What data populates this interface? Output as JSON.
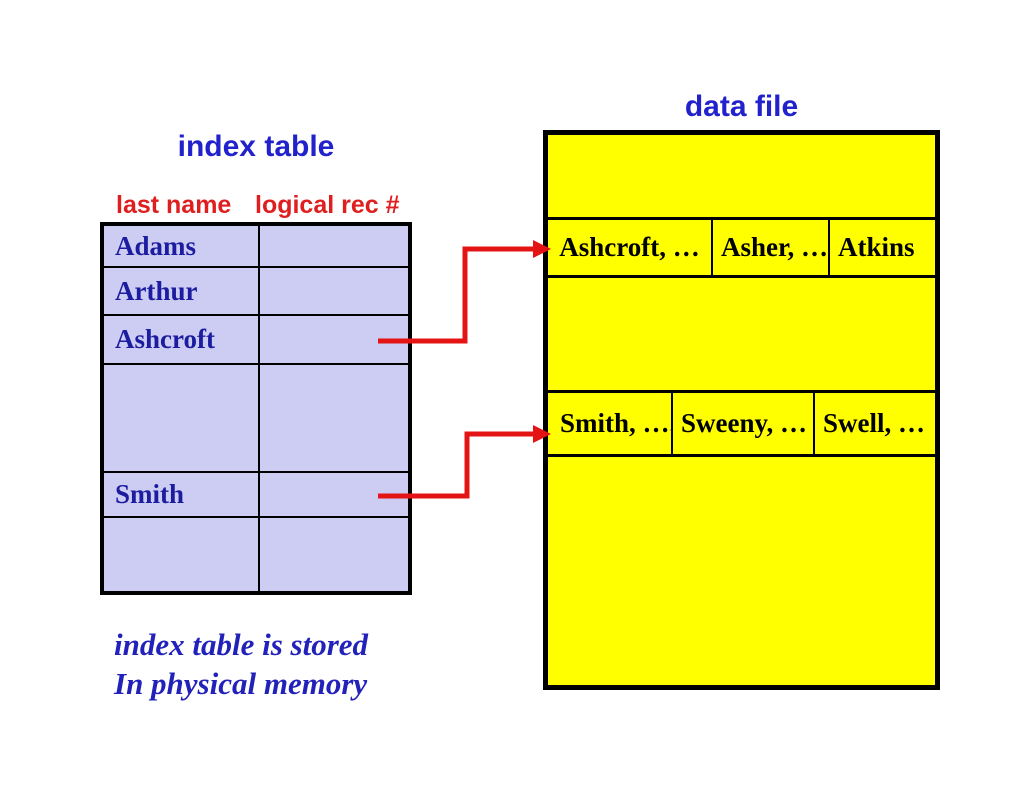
{
  "slide": {
    "data_file_title": "data file",
    "index_table_title": "index table",
    "caption_line1": "index table is stored",
    "caption_line2": "In physical memory"
  },
  "index_table": {
    "col_headers": [
      "last name",
      "logical rec #"
    ],
    "rows": [
      {
        "last_name": "Adams",
        "logical_rec": ""
      },
      {
        "last_name": "Arthur",
        "logical_rec": ""
      },
      {
        "last_name": "Ashcroft",
        "logical_rec": ""
      },
      {
        "last_name": "",
        "logical_rec": ""
      },
      {
        "last_name": "Smith",
        "logical_rec": ""
      },
      {
        "last_name": "",
        "logical_rec": ""
      }
    ]
  },
  "data_file": {
    "block1_records": [
      "Ashcroft, …",
      "Asher, …",
      "Atkins"
    ],
    "block2_records": [
      "Smith, ….",
      "Sweeny, …",
      "Swell, …"
    ]
  },
  "arrows": [
    {
      "from": "Ashcroft index row",
      "to": "Ashcroft data block"
    },
    {
      "from": "Smith index row",
      "to": "Smith data block"
    }
  ],
  "colors": {
    "index_table_fill": "#CDCDF4",
    "data_file_fill": "#FFFF00",
    "title_blue": "#2222CC",
    "name_blue": "#1C1CA0",
    "header_red": "#DF1F1F",
    "arrow_red": "#E41414",
    "caption_blue": "#2222BB",
    "border_black": "#000000"
  }
}
